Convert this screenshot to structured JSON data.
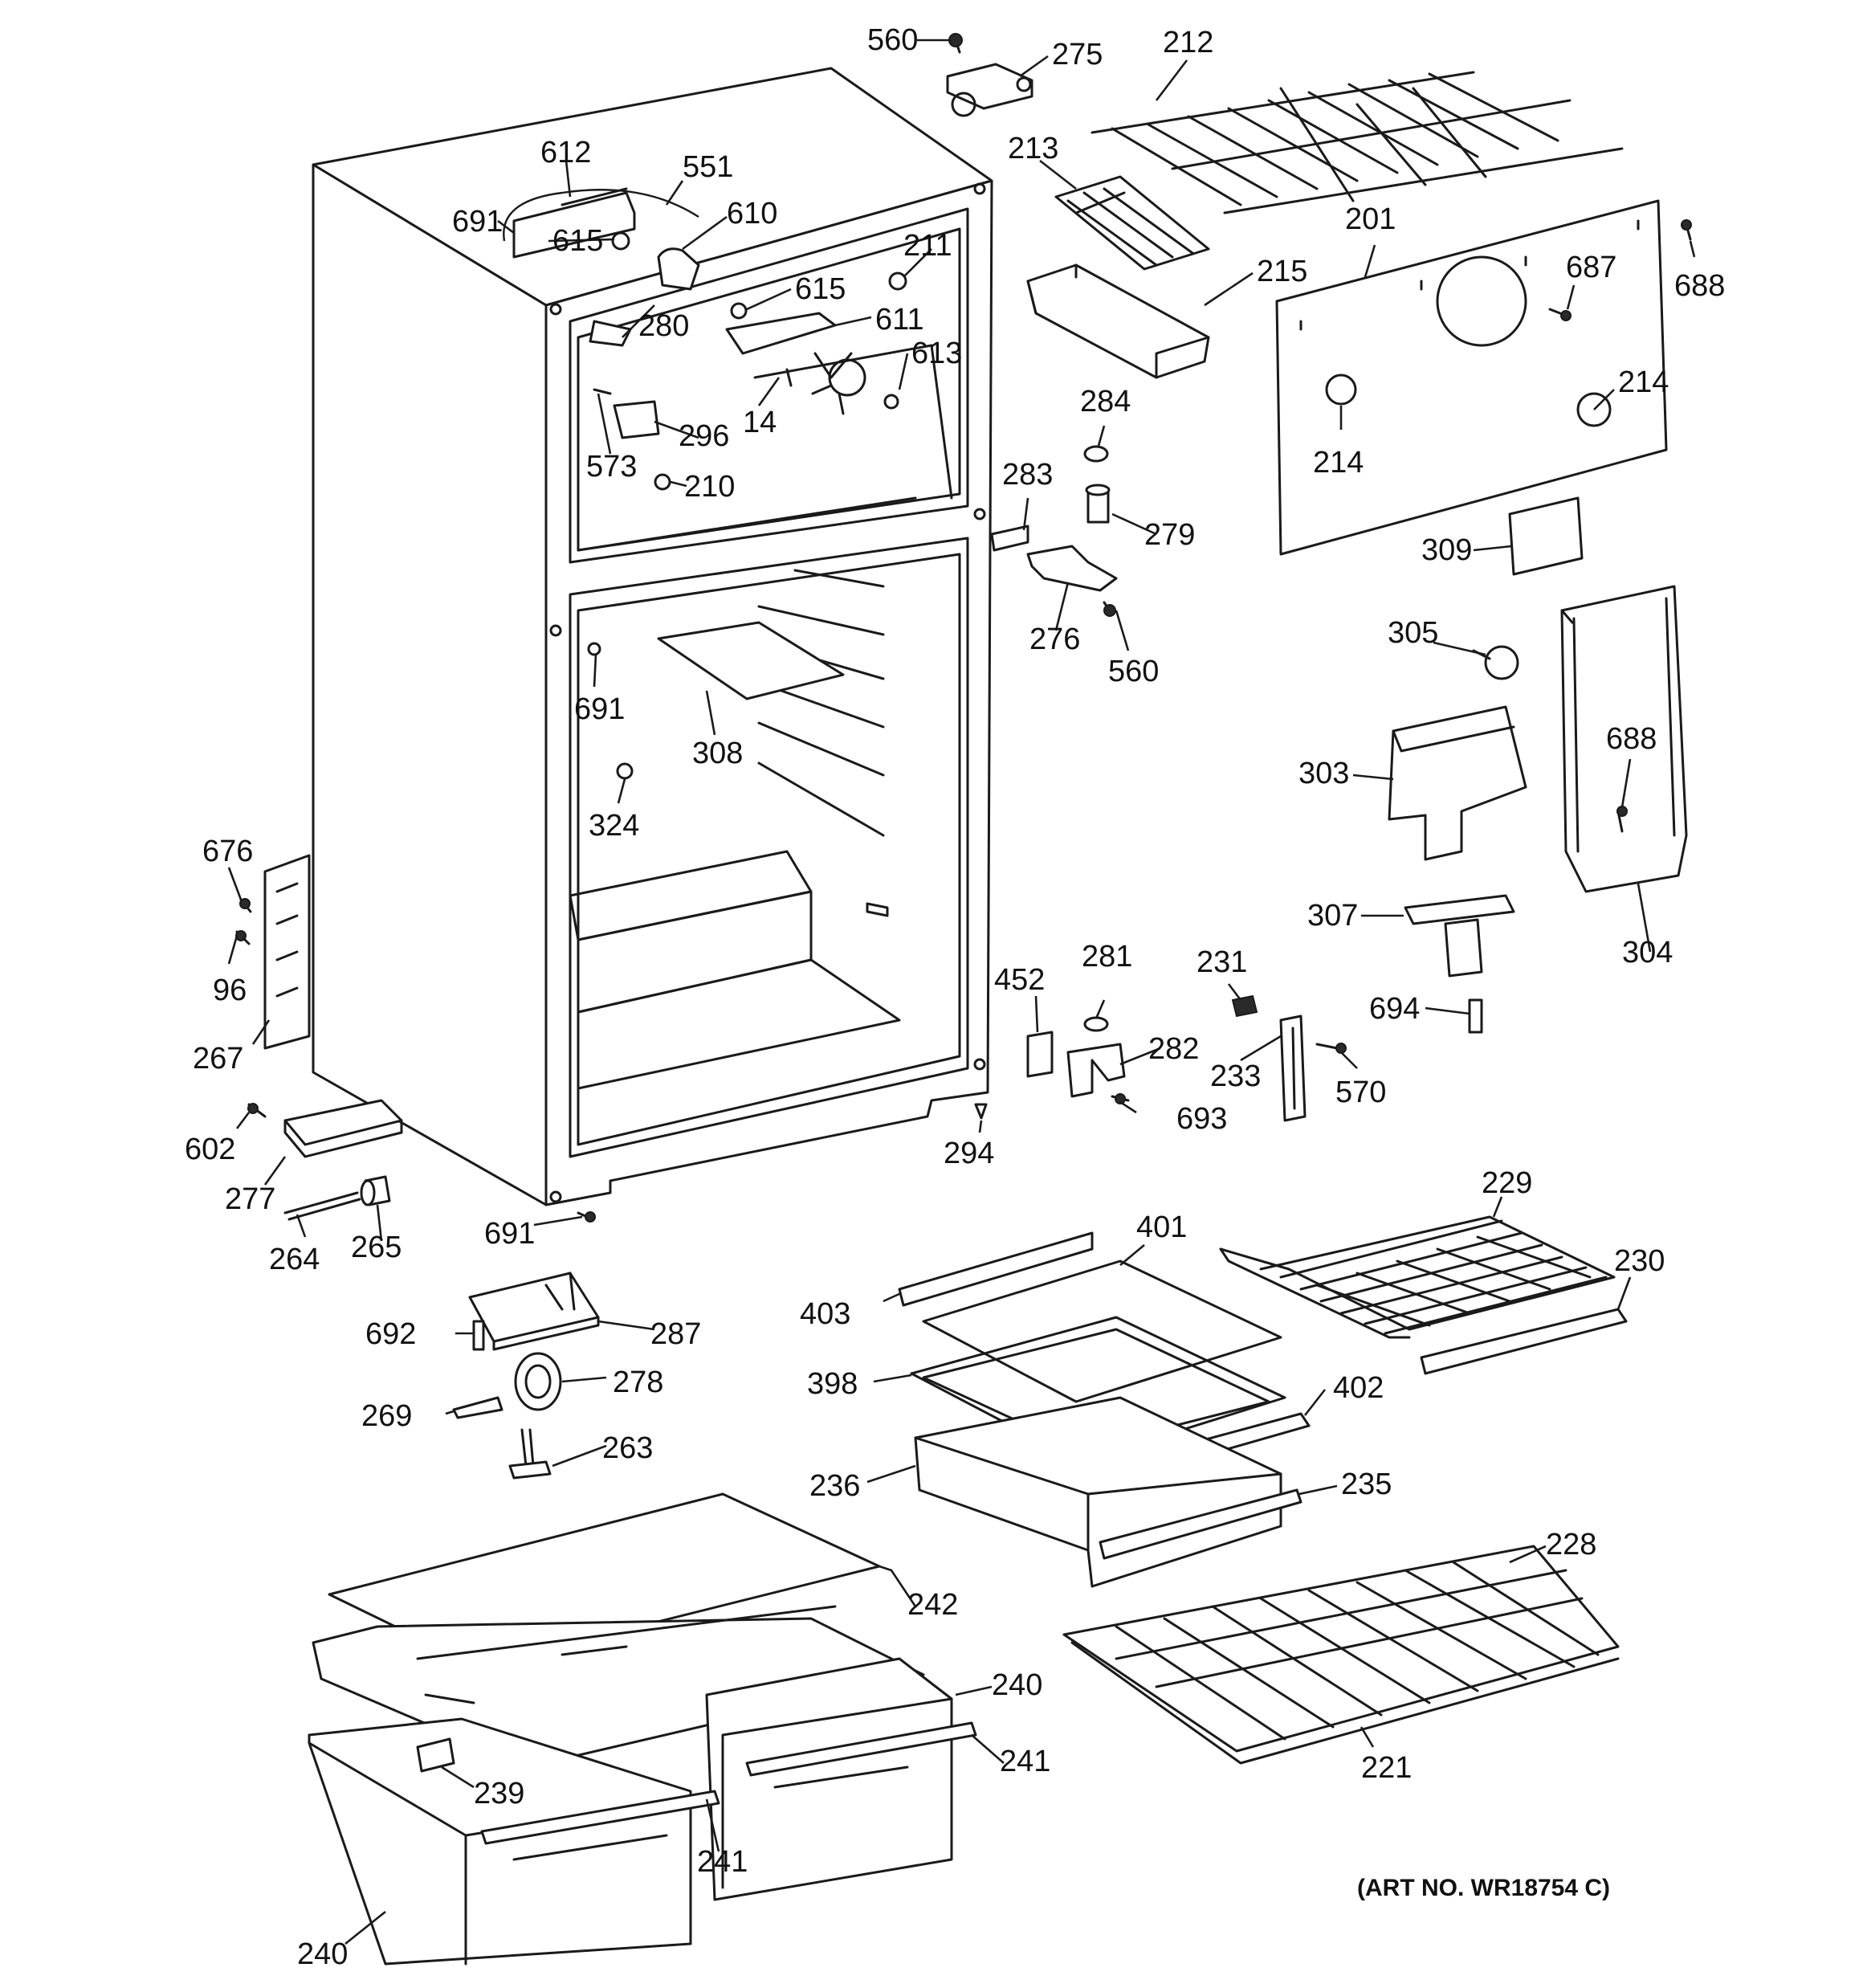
{
  "labels": [
    {
      "key": "p560a",
      "text": "560"
    },
    {
      "key": "p275",
      "text": "275"
    },
    {
      "key": "p212",
      "text": "212"
    },
    {
      "key": "p612",
      "text": "612"
    },
    {
      "key": "p551",
      "text": "551"
    },
    {
      "key": "p691a",
      "text": "691"
    },
    {
      "key": "p615a",
      "text": "615"
    },
    {
      "key": "p610",
      "text": "610"
    },
    {
      "key": "p213",
      "text": "213"
    },
    {
      "key": "p211",
      "text": "211"
    },
    {
      "key": "p201",
      "text": "201"
    },
    {
      "key": "p688a",
      "text": "688"
    },
    {
      "key": "p687",
      "text": "687"
    },
    {
      "key": "p215",
      "text": "215"
    },
    {
      "key": "p615b",
      "text": "615"
    },
    {
      "key": "p280",
      "text": "280"
    },
    {
      "key": "p611",
      "text": "611"
    },
    {
      "key": "p613",
      "text": "613"
    },
    {
      "key": "p284",
      "text": "284"
    },
    {
      "key": "p214a",
      "text": "214"
    },
    {
      "key": "p214b",
      "text": "214"
    },
    {
      "key": "p296",
      "text": "296"
    },
    {
      "key": "p14",
      "text": "14"
    },
    {
      "key": "p573",
      "text": "573"
    },
    {
      "key": "p210",
      "text": "210"
    },
    {
      "key": "p283",
      "text": "283"
    },
    {
      "key": "p279",
      "text": "279"
    },
    {
      "key": "p309",
      "text": "309"
    },
    {
      "key": "p305",
      "text": "305"
    },
    {
      "key": "p276",
      "text": "276"
    },
    {
      "key": "p560b",
      "text": "560"
    },
    {
      "key": "p691b",
      "text": "691"
    },
    {
      "key": "p308",
      "text": "308"
    },
    {
      "key": "p303",
      "text": "303"
    },
    {
      "key": "p688b",
      "text": "688"
    },
    {
      "key": "p324",
      "text": "324"
    },
    {
      "key": "p676",
      "text": "676"
    },
    {
      "key": "p307",
      "text": "307"
    },
    {
      "key": "p96",
      "text": "96"
    },
    {
      "key": "p304",
      "text": "304"
    },
    {
      "key": "p452",
      "text": "452"
    },
    {
      "key": "p281",
      "text": "281"
    },
    {
      "key": "p231",
      "text": "231"
    },
    {
      "key": "p694",
      "text": "694"
    },
    {
      "key": "p267",
      "text": "267"
    },
    {
      "key": "p282",
      "text": "282"
    },
    {
      "key": "p233",
      "text": "233"
    },
    {
      "key": "p570",
      "text": "570"
    },
    {
      "key": "p693",
      "text": "693"
    },
    {
      "key": "p602",
      "text": "602"
    },
    {
      "key": "p294",
      "text": "294"
    },
    {
      "key": "p277",
      "text": "277"
    },
    {
      "key": "p229",
      "text": "229"
    },
    {
      "key": "p401",
      "text": "401"
    },
    {
      "key": "p230",
      "text": "230"
    },
    {
      "key": "p691c",
      "text": "691"
    },
    {
      "key": "p264",
      "text": "264"
    },
    {
      "key": "p265",
      "text": "265"
    },
    {
      "key": "p403",
      "text": "403"
    },
    {
      "key": "p692",
      "text": "692"
    },
    {
      "key": "p287",
      "text": "287"
    },
    {
      "key": "p278",
      "text": "278"
    },
    {
      "key": "p398",
      "text": "398"
    },
    {
      "key": "p402",
      "text": "402"
    },
    {
      "key": "p269",
      "text": "269"
    },
    {
      "key": "p263",
      "text": "263"
    },
    {
      "key": "p236",
      "text": "236"
    },
    {
      "key": "p235",
      "text": "235"
    },
    {
      "key": "p228",
      "text": "228"
    },
    {
      "key": "p242",
      "text": "242"
    },
    {
      "key": "p240a",
      "text": "240"
    },
    {
      "key": "p241a",
      "text": "241"
    },
    {
      "key": "p239",
      "text": "239"
    },
    {
      "key": "p221",
      "text": "221"
    },
    {
      "key": "p241b",
      "text": "241"
    },
    {
      "key": "p240b",
      "text": "240"
    }
  ],
  "art_number": "(ART NO. WR18754 C)"
}
